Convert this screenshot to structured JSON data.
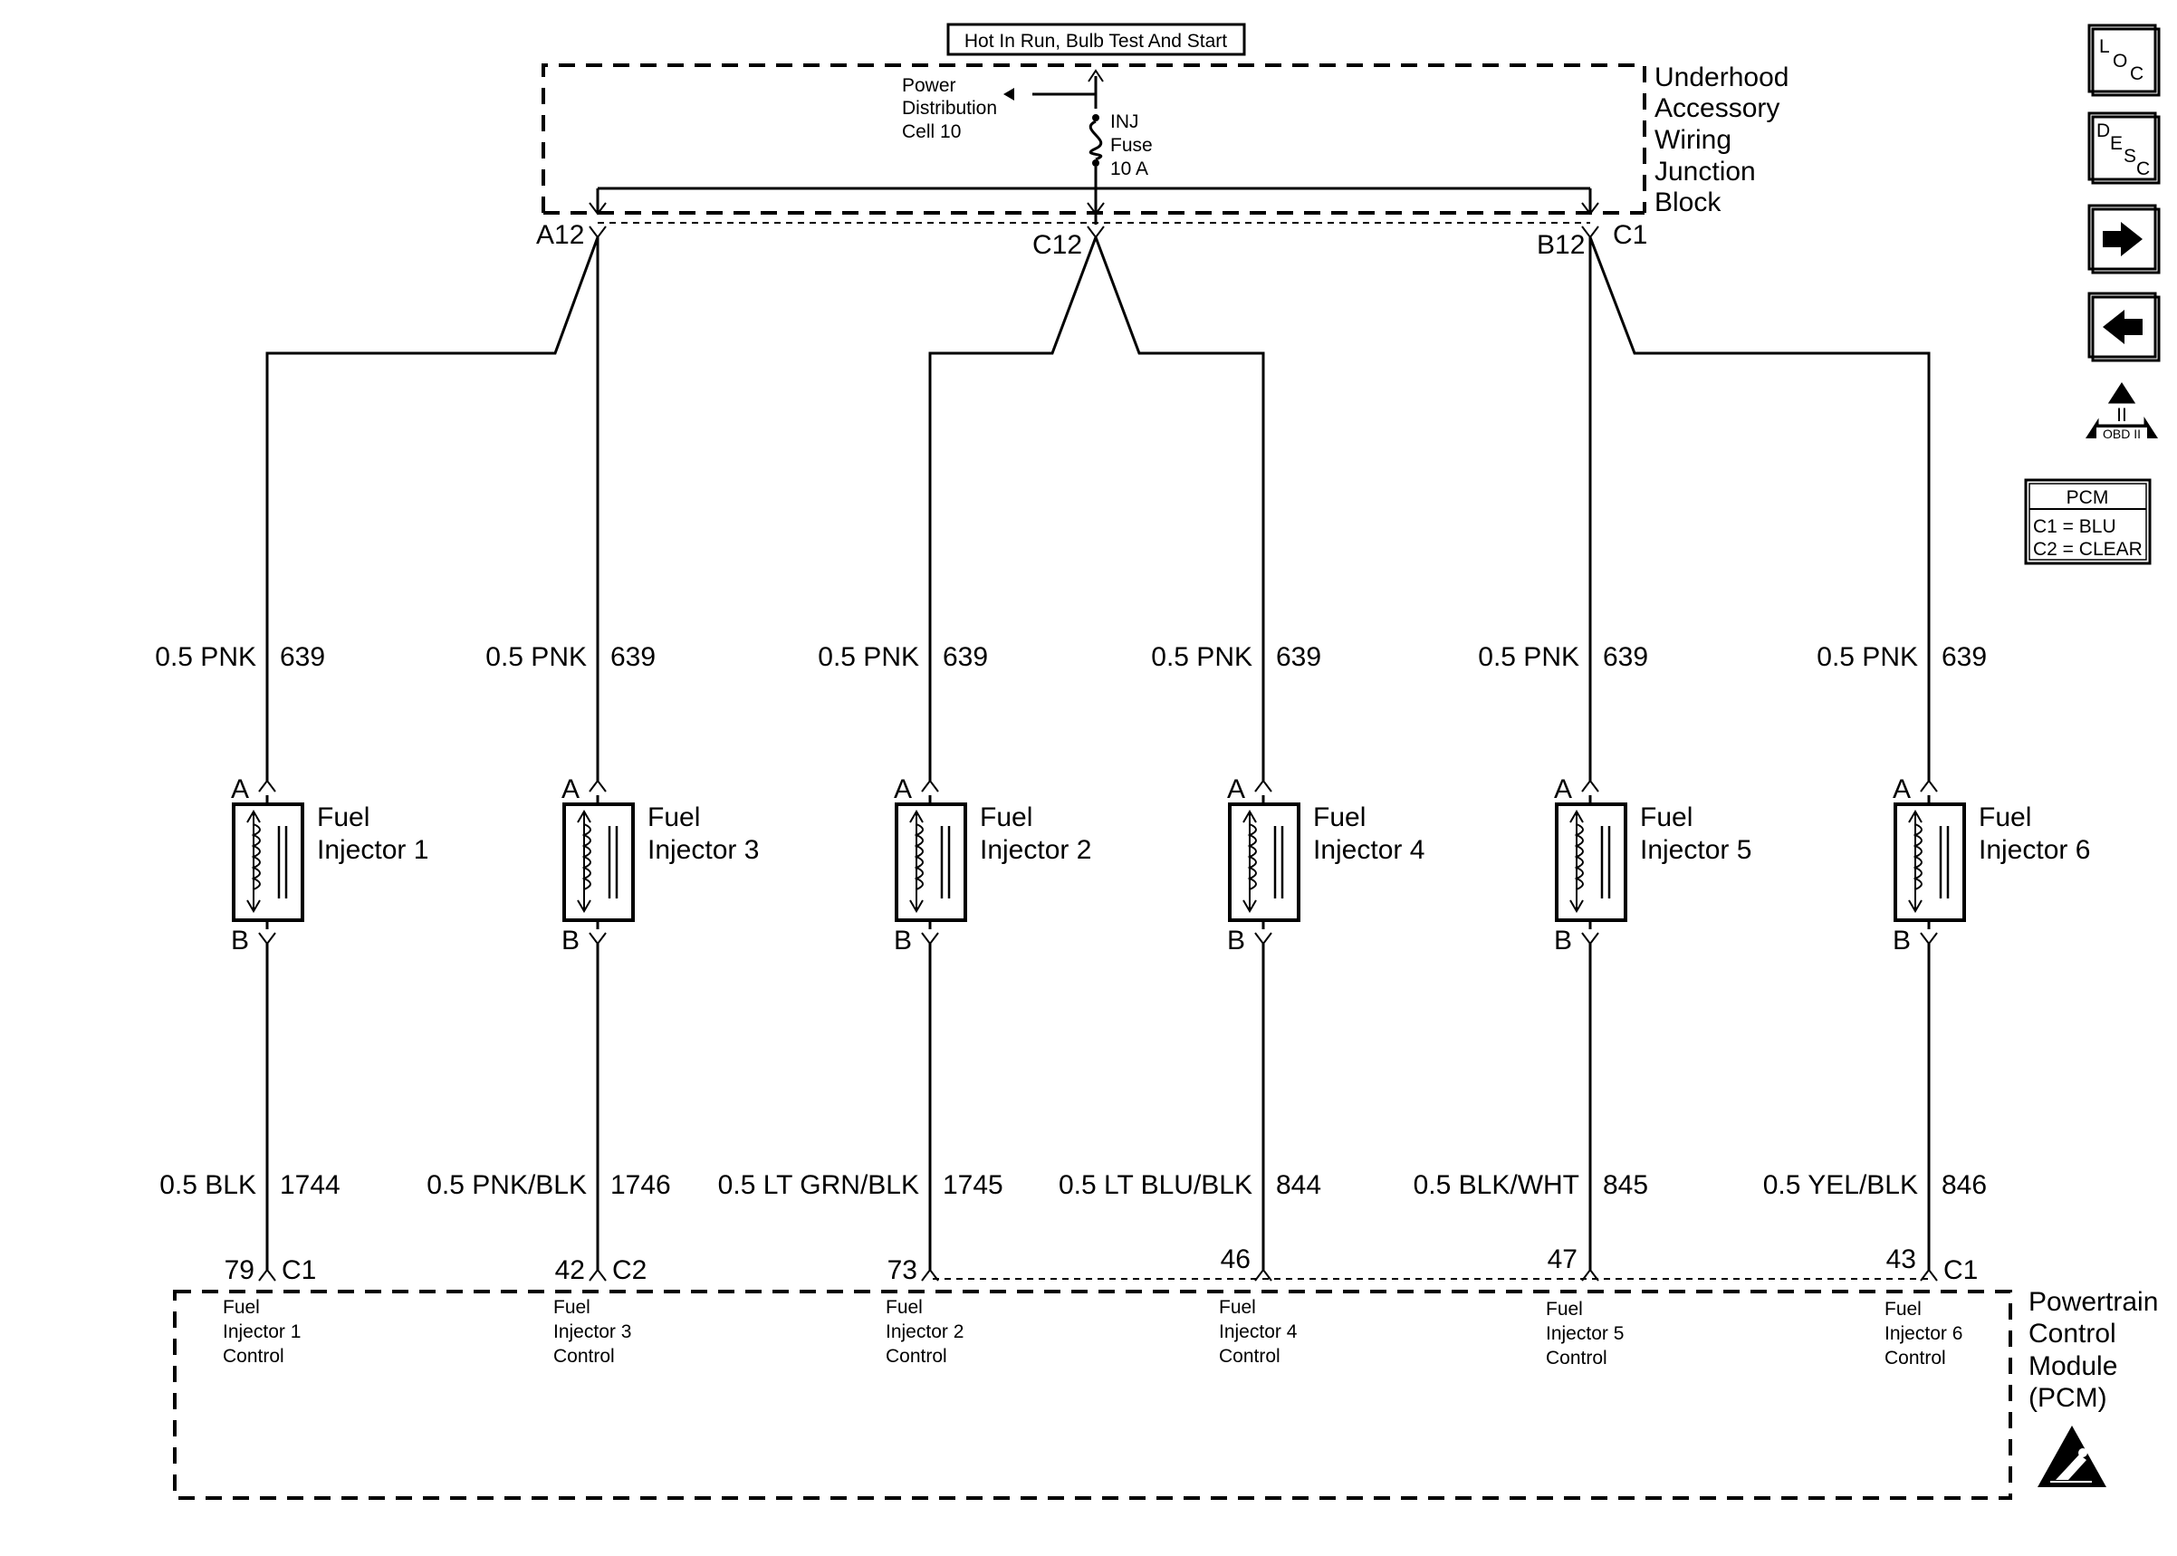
{
  "power_source": "Hot In Run, Bulb Test And Start",
  "junction_block": {
    "name_lines": [
      "Underhood",
      "Accessory",
      "Wiring",
      "Junction",
      "Block"
    ],
    "power_dist_lines": [
      "Power",
      "Distribution",
      "Cell 10"
    ],
    "fuse_lines": [
      "INJ",
      "Fuse",
      "10 A"
    ],
    "connectors": [
      "A12",
      "C12",
      "B12",
      "C1"
    ]
  },
  "injectors": [
    {
      "name_lines": [
        "Fuel",
        "Injector 1"
      ],
      "pin_a": "A",
      "pin_b": "B",
      "supply_wire": "0.5 PNK",
      "supply_circuit": "639",
      "control_wire": "0.5 BLK",
      "control_circuit": "1744",
      "pcm_pin": "79",
      "pcm_conn": "C1",
      "pcm_label_lines": [
        "Fuel",
        "Injector 1",
        "Control"
      ]
    },
    {
      "name_lines": [
        "Fuel",
        "Injector 3"
      ],
      "pin_a": "A",
      "pin_b": "B",
      "supply_wire": "0.5 PNK",
      "supply_circuit": "639",
      "control_wire": "0.5 PNK/BLK",
      "control_circuit": "1746",
      "pcm_pin": "42",
      "pcm_conn": "C2",
      "pcm_label_lines": [
        "Fuel",
        "Injector 3",
        "Control"
      ]
    },
    {
      "name_lines": [
        "Fuel",
        "Injector 2"
      ],
      "pin_a": "A",
      "pin_b": "B",
      "supply_wire": "0.5 PNK",
      "supply_circuit": "639",
      "control_wire": "0.5 LT GRN/BLK",
      "control_circuit": "1745",
      "pcm_pin": "73",
      "pcm_conn": "",
      "pcm_label_lines": [
        "Fuel",
        "Injector 2",
        "Control"
      ]
    },
    {
      "name_lines": [
        "Fuel",
        "Injector 4"
      ],
      "pin_a": "A",
      "pin_b": "B",
      "supply_wire": "0.5 PNK",
      "supply_circuit": "639",
      "control_wire": "0.5 LT BLU/BLK",
      "control_circuit": "844",
      "pcm_pin": "46",
      "pcm_conn": "",
      "pcm_label_lines": [
        "Fuel",
        "Injector 4",
        "Control"
      ]
    },
    {
      "name_lines": [
        "Fuel",
        "Injector 5"
      ],
      "pin_a": "A",
      "pin_b": "B",
      "supply_wire": "0.5 PNK",
      "supply_circuit": "639",
      "control_wire": "0.5 BLK/WHT",
      "control_circuit": "845",
      "pcm_pin": "47",
      "pcm_conn": "",
      "pcm_label_lines": [
        "Fuel",
        "Injector 5",
        "Control"
      ]
    },
    {
      "name_lines": [
        "Fuel",
        "Injector 6"
      ],
      "pin_a": "A",
      "pin_b": "B",
      "supply_wire": "0.5 PNK",
      "supply_circuit": "639",
      "control_wire": "0.5 YEL/BLK",
      "control_circuit": "846",
      "pcm_pin": "43",
      "pcm_conn": "C1",
      "pcm_label_lines": [
        "Fuel",
        "Injector 6",
        "Control"
      ]
    }
  ],
  "pcm": {
    "name_lines": [
      "Powertrain",
      "Control",
      "Module",
      "(PCM)"
    ],
    "legend_title": "PCM",
    "legend_rows": [
      "C1 = BLU",
      "C2 = CLEAR"
    ]
  },
  "side_icons": {
    "loc": {
      "letters": [
        "L",
        "O",
        "C"
      ]
    },
    "desc": {
      "letters": [
        "D",
        "E",
        "S",
        "C"
      ]
    },
    "next": "right-arrow-icon",
    "prev": "left-arrow-icon",
    "obd": {
      "numeral": "II",
      "label": "OBD II"
    },
    "esd": "esd-warning-icon"
  }
}
